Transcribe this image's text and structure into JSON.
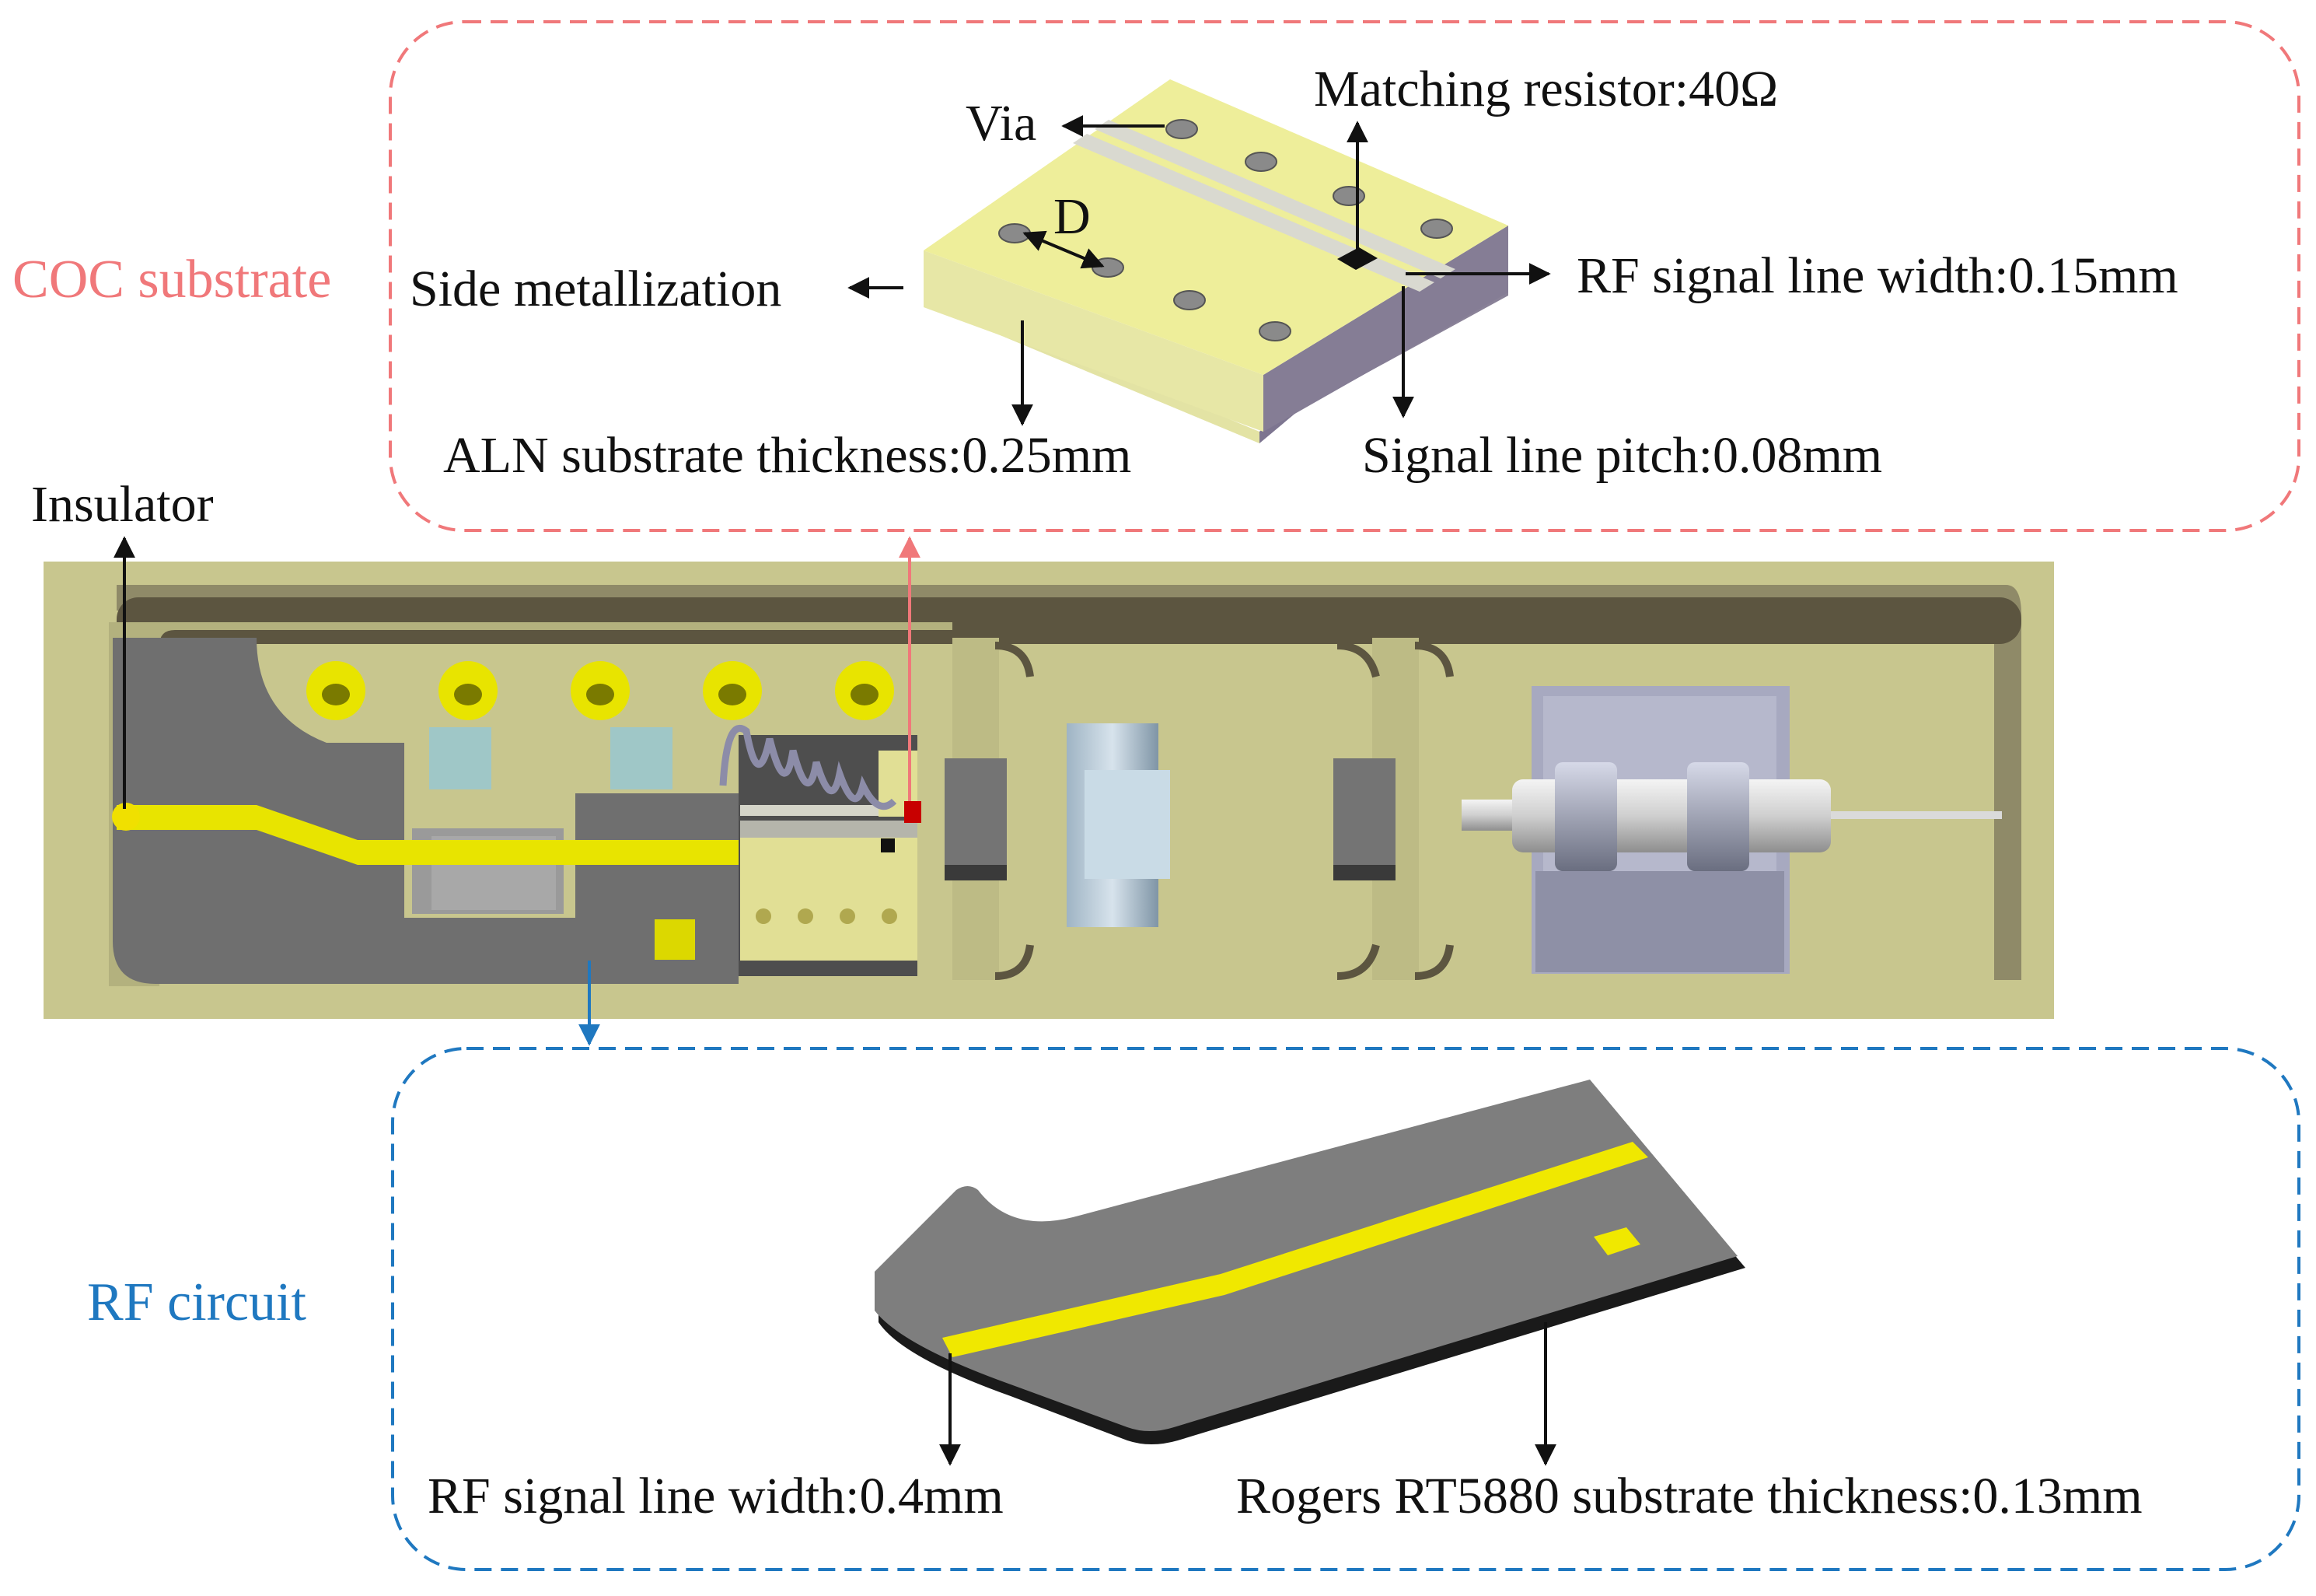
{
  "sections": {
    "coc_title": "COC substrate",
    "rf_title": "RF circuit"
  },
  "labels": {
    "insulator": "Insulator",
    "via": "Via",
    "diameter": "D",
    "matching_resistor": "Matching resistor:40Ω",
    "side_metallization": "Side metallization",
    "rf_width_coc": "RF signal line width:0.15mm",
    "aln_thickness": "ALN substrate thickness:0.25mm",
    "signal_pitch": "Signal line pitch:0.08mm",
    "rf_width_rf": "RF signal line width:0.4mm",
    "rogers_thickness": "Rogers RT5880 substrate thickness:0.13mm"
  },
  "colors": {
    "coc_border": "#f0787a",
    "rf_border": "#1f78c0",
    "substrate_yellow": "#eeee9a",
    "signal_line": "#f0e800",
    "pcb_gray": "#808080",
    "housing": "#c8c68e"
  }
}
